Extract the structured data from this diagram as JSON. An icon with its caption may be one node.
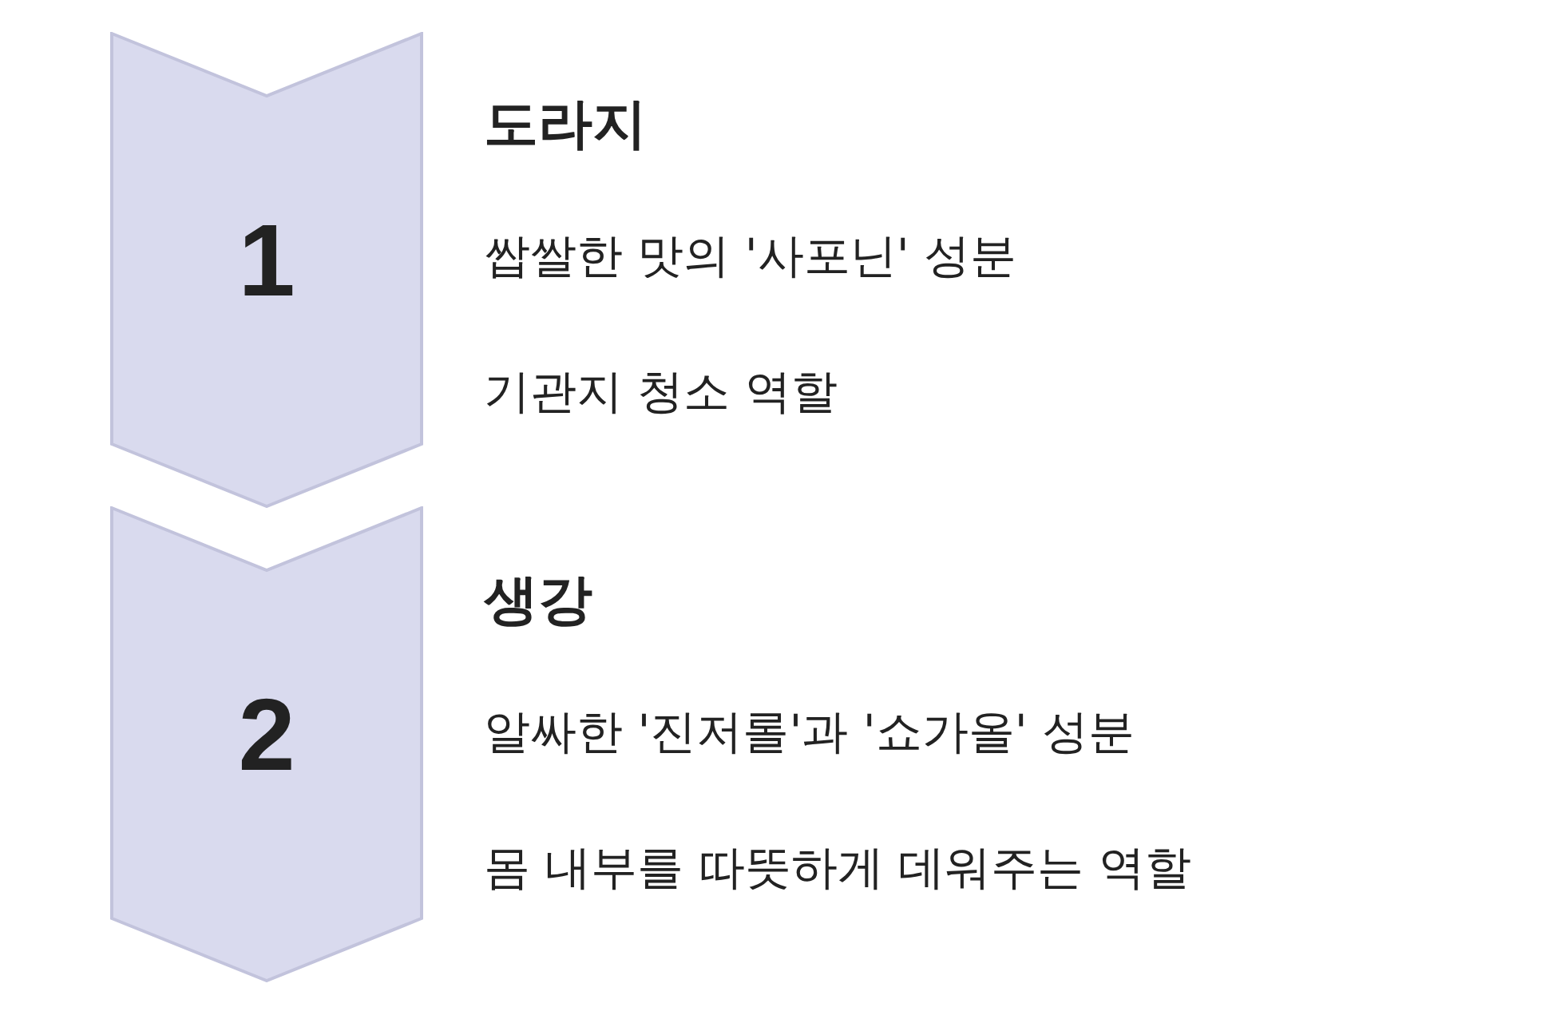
{
  "diagram": {
    "nodes": [
      {
        "text": [
          "1"
        ],
        "beside": [
          "도라지",
          "쌉쌀한 맛의 '사포닌' 성분",
          "기관지 청소 역할"
        ]
      },
      {
        "text": [
          "2"
        ],
        "beside": [
          "생강",
          "알싸한 '진저롤'과 '쇼가올' 성분",
          "몸 내부를 따뜻하게 데워주는 역할"
        ]
      }
    ]
  }
}
